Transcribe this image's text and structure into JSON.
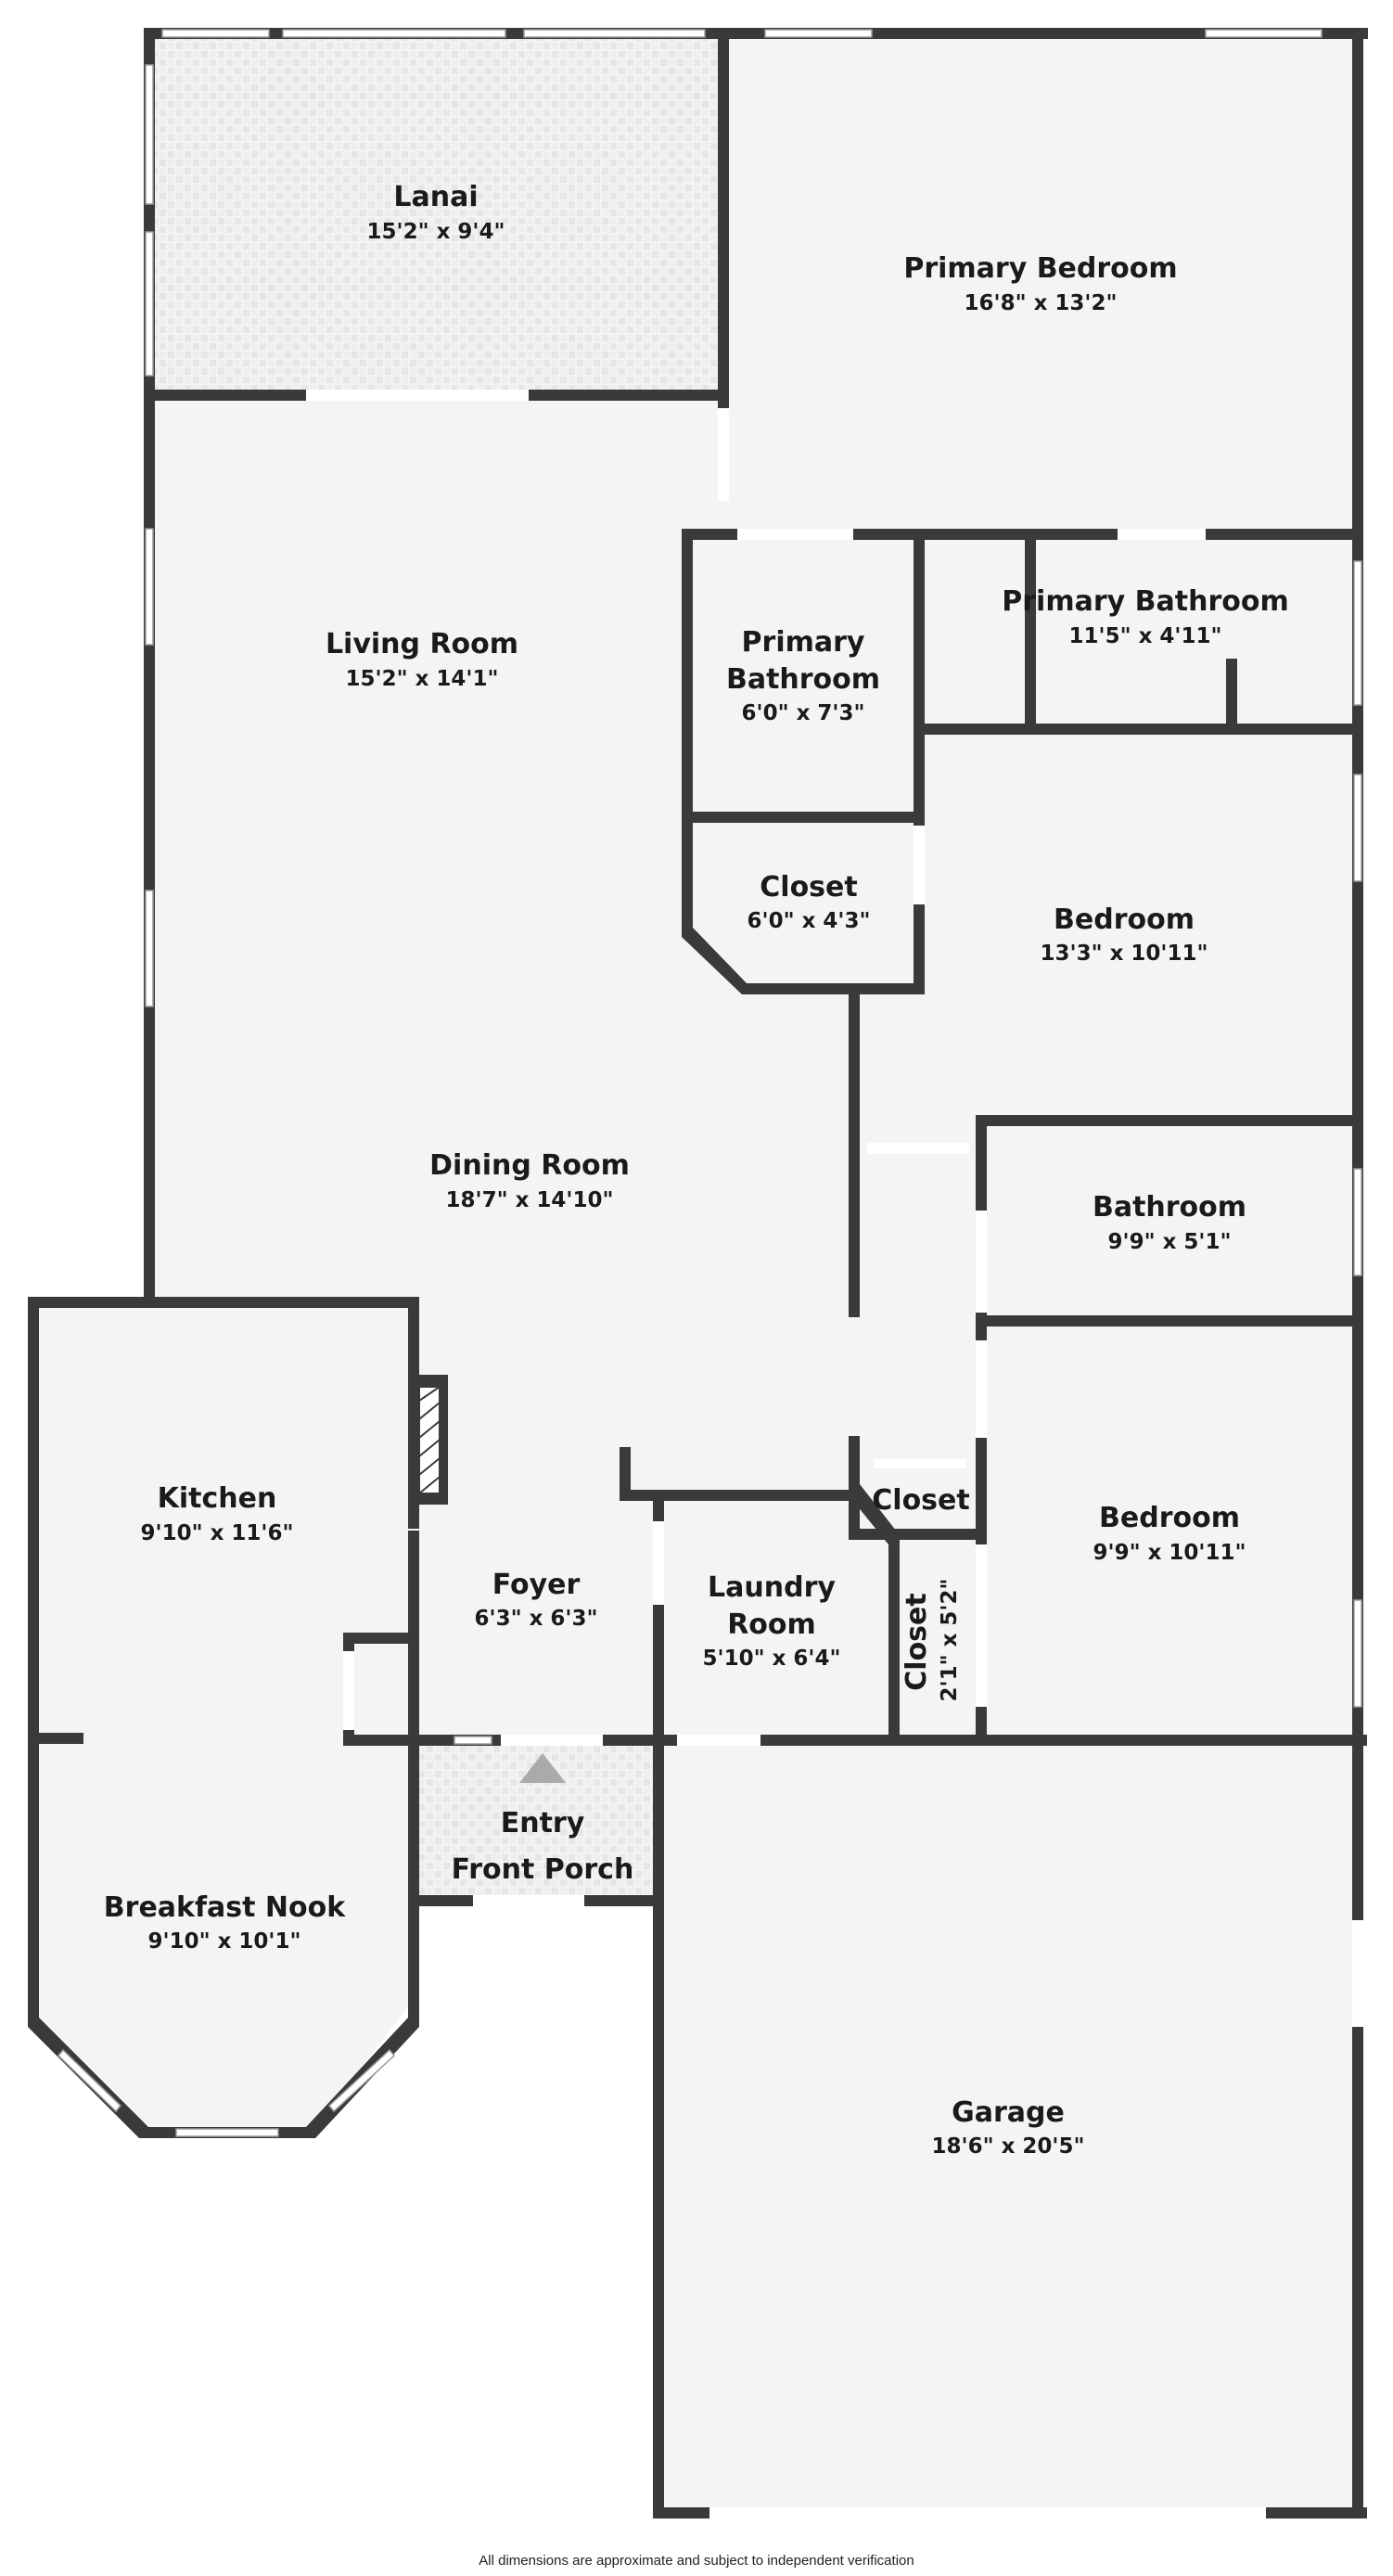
{
  "plan": {
    "rooms": {
      "lanai": {
        "name": "Lanai",
        "dim": "15'2\" x 9'4\""
      },
      "primary_bed": {
        "name": "Primary Bedroom",
        "dim": "16'8\" x 13'2\""
      },
      "living": {
        "name": "Living Room",
        "dim": "15'2\" x 14'1\""
      },
      "primary_bath_small": {
        "name_line1": "Primary",
        "name_line2": "Bathroom",
        "dim": "6'0\" x 7'3\""
      },
      "primary_bath_large": {
        "name": "Primary Bathroom",
        "dim": "11'5\" x 4'11\""
      },
      "closet_a": {
        "name": "Closet",
        "dim": "6'0\" x 4'3\""
      },
      "bedroom_a": {
        "name": "Bedroom",
        "dim": "13'3\" x 10'11\""
      },
      "dining": {
        "name": "Dining Room",
        "dim": "18'7\" x 14'10\""
      },
      "bathroom": {
        "name": "Bathroom",
        "dim": "9'9\" x 5'1\""
      },
      "kitchen": {
        "name": "Kitchen",
        "dim": "9'10\" x 11'6\""
      },
      "closet_b": {
        "name": "Closet"
      },
      "bedroom_b": {
        "name": "Bedroom",
        "dim": "9'9\" x 10'11\""
      },
      "foyer": {
        "name": "Foyer",
        "dim": "6'3\" x 6'3\""
      },
      "laundry": {
        "name_line1": "Laundry",
        "name_line2": "Room",
        "dim": "5'10\" x 6'4\""
      },
      "closet_c": {
        "name": "Closet",
        "dim": "2'1\" x 5'2\""
      },
      "entry": {
        "name_line1": "Entry",
        "name_line2": "Front Porch"
      },
      "breakfast": {
        "name": "Breakfast Nook",
        "dim": "9'10\" x 10'1\""
      },
      "garage": {
        "name": "Garage",
        "dim": "18'6\" x 20'5\""
      }
    },
    "colors": {
      "wall": "#3a3a3a",
      "floor": "#f4f4f4",
      "entry_arrow": "#aaaaaa"
    }
  },
  "disclaimer": "All dimensions are approximate and subject to independent verification"
}
